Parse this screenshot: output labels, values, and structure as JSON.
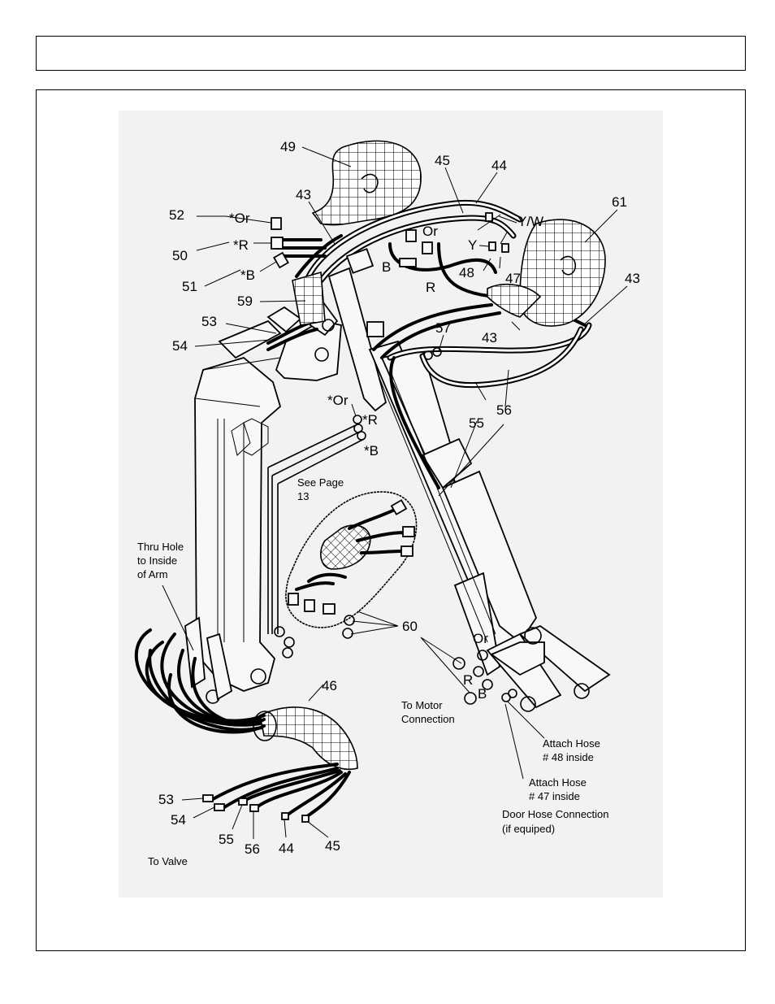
{
  "header": {
    "title": ""
  },
  "labels": {
    "l49": "49",
    "l45top": "45",
    "l44top": "44",
    "l43a": "43",
    "l61": "61",
    "l52": "52",
    "l50": "50",
    "l51": "51",
    "lOr1": "*Or",
    "lR1": "*R",
    "lB1": "*B",
    "lOr2": "Or",
    "lYW": "Y/W",
    "lY": "Y",
    "lB2": "B",
    "lR2": "R",
    "l48": "48",
    "l47": "47",
    "l43b": "43",
    "l43c": "43",
    "l59": "59",
    "l53a": "53",
    "l54a": "54",
    "l57": "57",
    "lOr3": "*Or",
    "lR3": "*R",
    "lB3": "*B",
    "l55a": "55",
    "l56a": "56",
    "l60": "60",
    "lOr4": "Or",
    "lR4": "R",
    "lB4": "B",
    "l46": "46",
    "l53b": "53",
    "l54b": "54",
    "l55b": "55",
    "l56b": "56",
    "l44b": "44",
    "l45b": "45"
  },
  "notes": {
    "see_page_1": "See Page",
    "see_page_2": "13",
    "thru_hole_1": "Thru Hole",
    "thru_hole_2": "to Inside",
    "thru_hole_3": "of Arm",
    "to_motor_1": "To Motor",
    "to_motor_2": "Connection",
    "attach48_1": "Attach Hose",
    "attach48_2": "# 48 inside",
    "attach47_1": "Attach Hose",
    "attach47_2": "# 47 inside",
    "door_1": "Door Hose Connection",
    "door_2": "(if equiped)",
    "to_valve": "To Valve"
  }
}
